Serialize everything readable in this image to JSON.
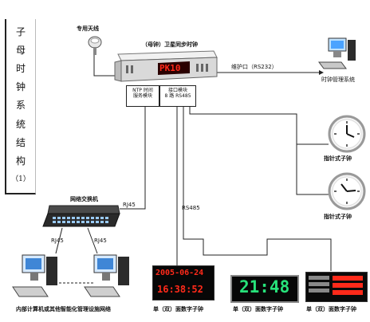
{
  "title_chars": [
    "子",
    "母",
    "时",
    "钟",
    "系",
    "统",
    "结",
    "构",
    "（1）"
  ],
  "labels": {
    "antenna": "专用天线",
    "master_clock": "（母钟）卫星同步时钟",
    "rack_display": "PK10",
    "maintenance_port": "维护口（RS232）",
    "mgmt_system": "时钟管理系统",
    "ntp_module_line1": "NTP 时间",
    "ntp_module_line2": "服务模块",
    "interface_module_line1": "接口模块",
    "interface_module_line2": "8 路 RS485",
    "analog_clock_1": "指针式子钟",
    "analog_clock_2": "指针式子钟",
    "switch": "网络交换机",
    "rj45_top": "RJ45",
    "rj45_left": "RJ45",
    "rj45_right": "RJ45",
    "rs485": "RS485",
    "internal_network": "内部计算机或其他智能化管理设施网络",
    "digital_clock_1": "单（双）面数字子钟",
    "digital_clock_2": "单（双）面数字子钟",
    "digital_clock_3": "单（双）面数字子钟",
    "clock1_date": "2005-06-24",
    "clock1_time": "16:38:52",
    "clock2_time": "21:48"
  },
  "colors": {
    "led_red": "#ff2a1a",
    "led_green": "#27e27a",
    "rack_body": "#dcdcdc",
    "line": "#222222"
  },
  "icons": [
    "satellite-antenna-icon",
    "computer-icon",
    "analog-clock-icon",
    "network-switch-icon",
    "digital-clock-icon"
  ]
}
